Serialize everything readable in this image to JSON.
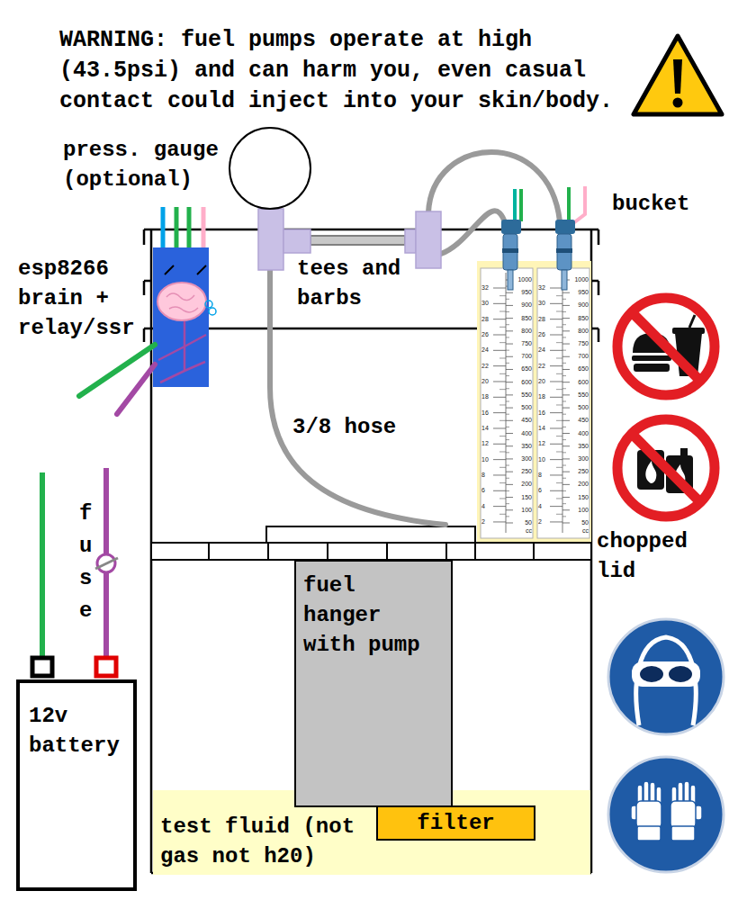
{
  "diagram": {
    "nodes": [
      {
        "text": [
          "esp8266 brain + relay/ssr"
        ]
      },
      {
        "text": [
          "fuel hanger with pump"
        ]
      },
      {
        "text": [
          "12v battery"
        ]
      },
      {
        "text": [
          "test fluid (not gas not h20)"
        ]
      },
      {
        "text": [
          "filter"
        ],
        "in": 3
      }
    ],
    "labels": [
      "WARNING: fuel pumps operate at high (43.5psi) and can harm you, even casual contact could inject into your skin/body.",
      "press. gauge (optional)",
      "bucket",
      "tees and barbs",
      "32",
      "30",
      "28",
      "26",
      "24",
      "22",
      "20",
      "18",
      "16",
      "14",
      "12",
      "10",
      "8",
      "6",
      "4",
      "2",
      "1000",
      "950",
      "900",
      "850",
      "800",
      "750",
      "700",
      "650",
      "600",
      "550",
      "500",
      "450",
      "400",
      "350",
      "300",
      "250",
      "200",
      "150",
      "100",
      "50",
      "cc",
      "32",
      "30",
      "28",
      "26",
      "24",
      "22",
      "20",
      "18",
      "16",
      "14",
      "12",
      "10",
      "8",
      "6",
      "4",
      "2",
      "1000",
      "950",
      "900",
      "850",
      "800",
      "750",
      "700",
      "650",
      "600",
      "550",
      "500",
      "450",
      "400",
      "350",
      "300",
      "250",
      "200",
      "150",
      "100",
      "50",
      "cc",
      "3/8 hose",
      "fuse",
      "chopped lid"
    ]
  }
}
